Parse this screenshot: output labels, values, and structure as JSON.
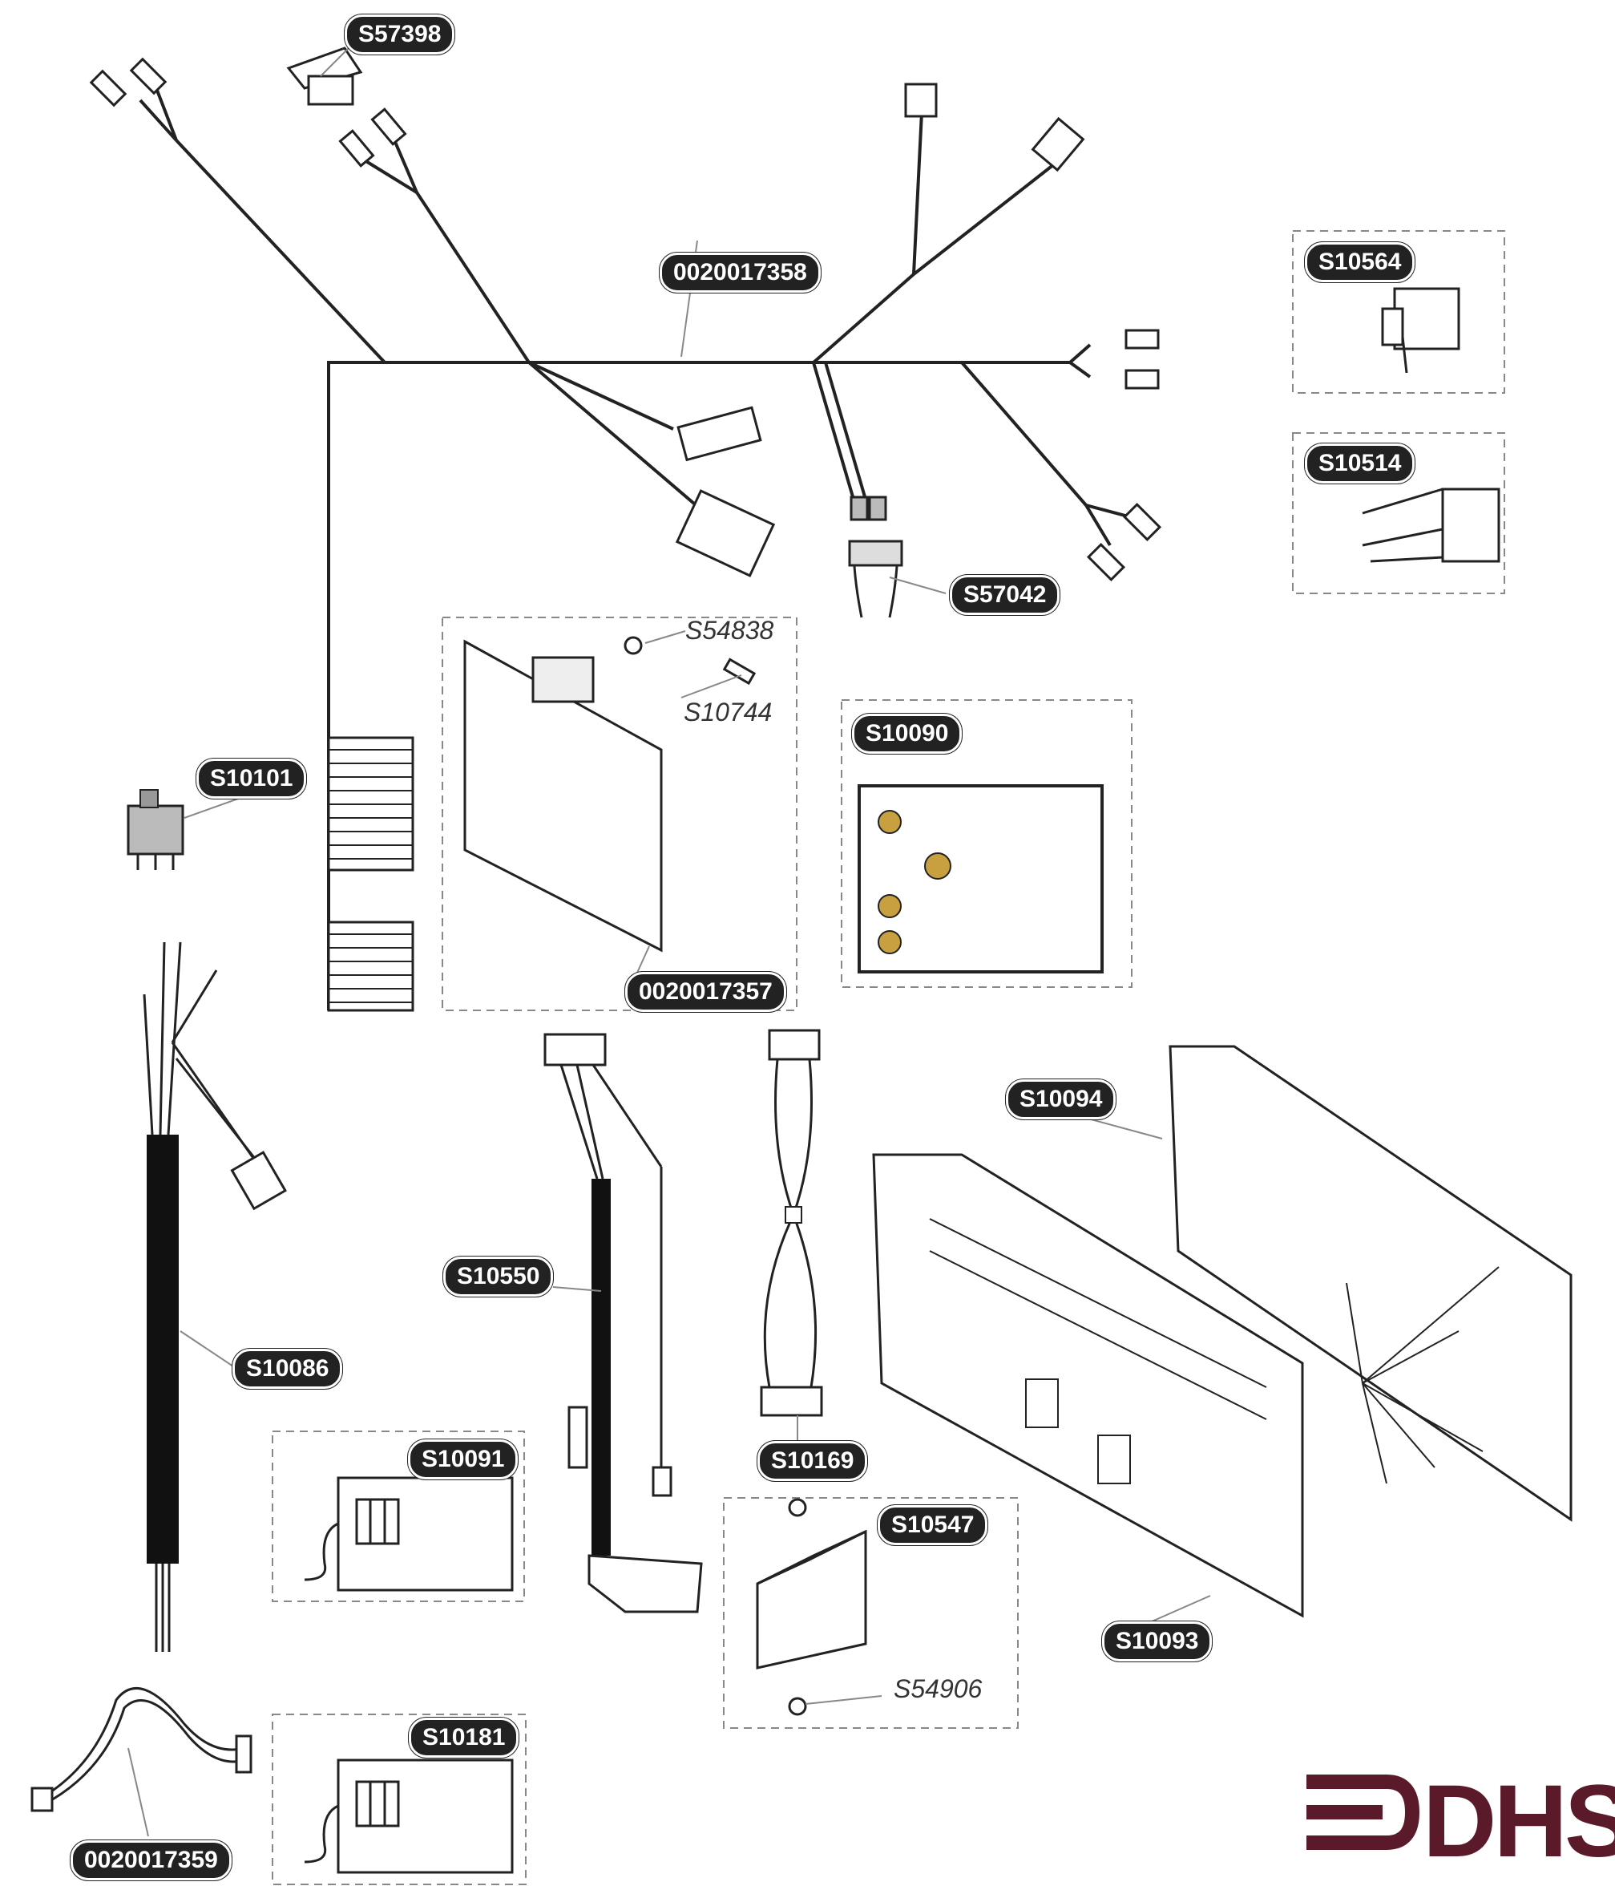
{
  "labels": {
    "s57398": "S57398",
    "harness_main": "0020017358",
    "s10564": "S10564",
    "s10514": "S10514",
    "s57042": "S57042",
    "s54838": "S54838",
    "s10744": "S10744",
    "s10090": "S10090",
    "s10101": "S10101",
    "pcb_main": "0020017357",
    "s10094": "S10094",
    "s10550": "S10550",
    "s10086": "S10086",
    "s10091": "S10091",
    "s10169": "S10169",
    "s10547": "S10547",
    "s54906": "S54906",
    "s10093": "S10093",
    "s10181": "S10181",
    "harness_small": "0020017359"
  },
  "logo": {
    "text": "DHS",
    "color": "#5a1a2a"
  }
}
